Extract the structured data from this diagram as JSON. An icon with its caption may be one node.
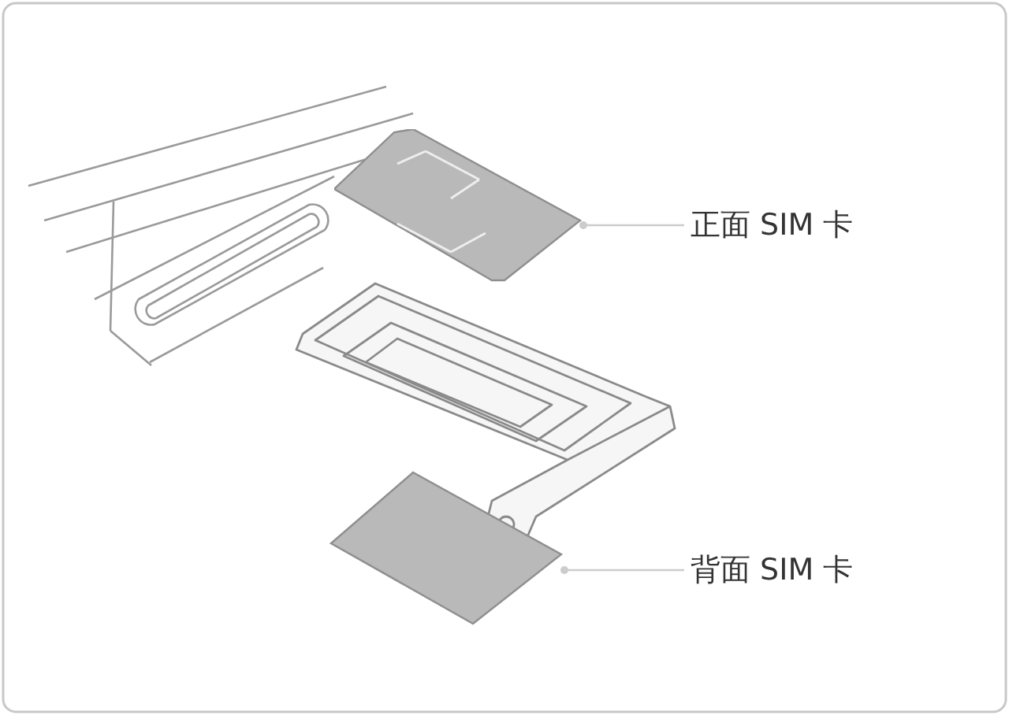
{
  "diagram": {
    "nodes": [
      {
        "text": [
          "正面 SIM 卡"
        ]
      },
      {
        "text": [],
        "shape": "picture"
      },
      {
        "text": [
          "背面 SIM 卡"
        ]
      },
      {
        "text": [],
        "shape": "picture"
      }
    ],
    "edges": [
      {
        "from": 0,
        "to": 1,
        "arrow": "other"
      },
      {
        "from": 2,
        "to": 3,
        "arrow": "other"
      }
    ]
  }
}
